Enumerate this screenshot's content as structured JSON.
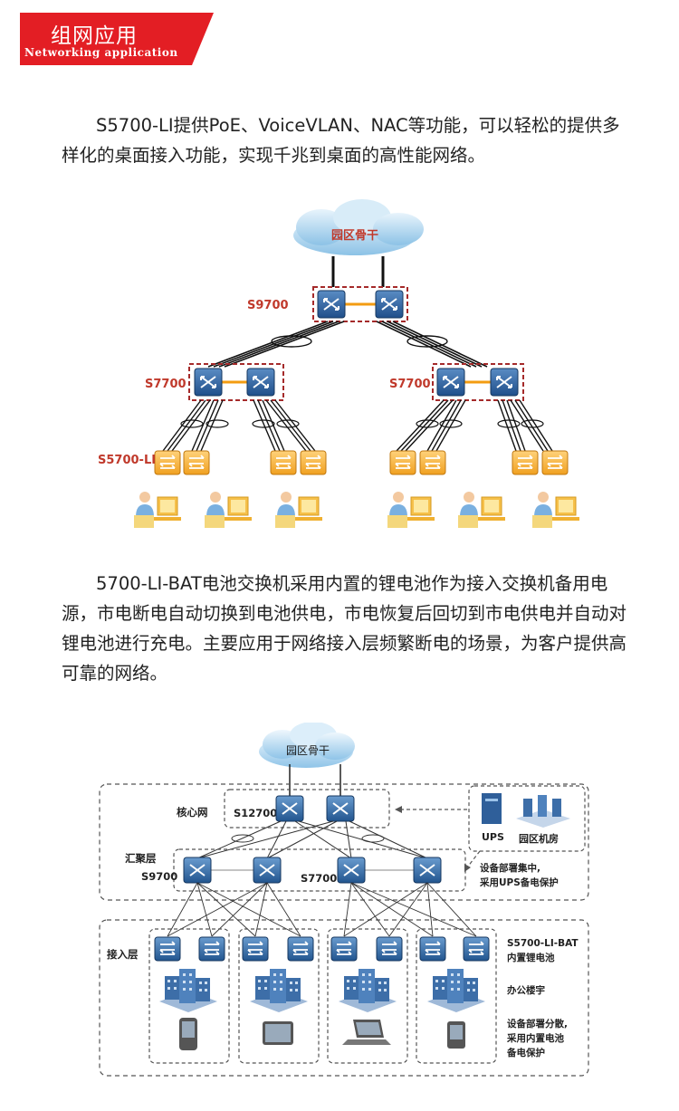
{
  "header": {
    "title": "组网应用",
    "subtitle": "Networking application",
    "color": "#e31e24"
  },
  "paragraph1": "S5700-LI提供PoE、VoiceVLAN、NAC等功能，可以轻松的提供多样化的桌面接入功能，实现千兆到桌面的高性能网络。",
  "diagram1": {
    "cloud_label": "园区骨干",
    "core_label": "S9700",
    "agg_left_label": "S7700",
    "agg_right_label": "S7700",
    "access_label": "S5700-LI"
  },
  "paragraph2": "5700-LI-BAT电池交换机采用内置的锂电池作为接入交换机备用电源，市电断电自动切换到电池供电，市电恢复后回切到市电供电并自动对锂电池进行充电。主要应用于网络接入层频繁断电的场景，为客户提供高可靠的网络。",
  "diagram2": {
    "cloud_label": "园区骨干",
    "core_layer": "核心网",
    "core_device": "S12700",
    "agg_layer": "汇聚层",
    "agg_left_device": "S9700",
    "agg_right_device": "S7700",
    "access_layer": "接入层",
    "ups_label": "UPS",
    "room_label": "园区机房",
    "note_centralized_1": "设备部署集中,",
    "note_centralized_2": "采用UPS备电保护",
    "note_bat_1": "S5700-LI-BAT",
    "note_bat_2": "内置锂电池",
    "note_building": "办公楼宇",
    "note_dispersed_1": "设备部署分散,",
    "note_dispersed_2": "采用内置电池",
    "note_dispersed_3": "备电保护"
  }
}
